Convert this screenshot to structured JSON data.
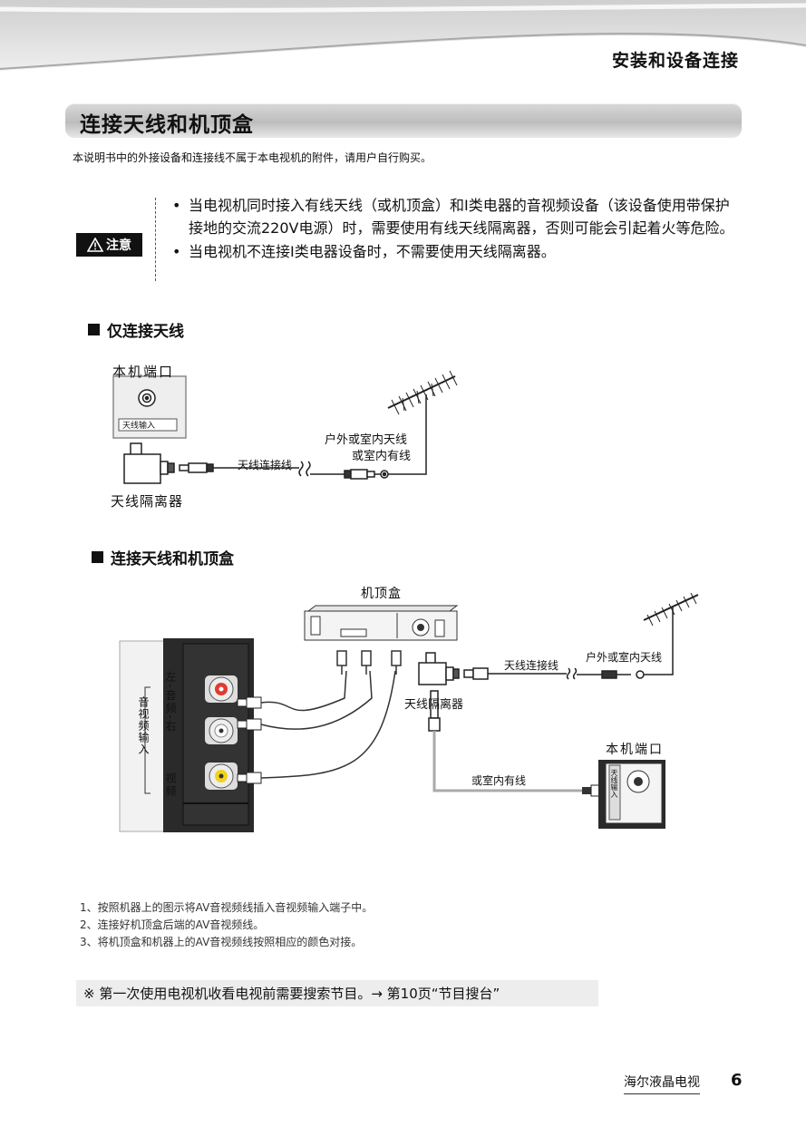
{
  "header": {
    "chapter_title": "安装和设备连接"
  },
  "section": {
    "title": "连接天线和机顶盒"
  },
  "intro": "本说明书中的外接设备和连接线不属于本电视机的附件，请用户自行购买。",
  "notice": {
    "badge": "注意",
    "items": [
      "当电视机同时接入有线天线（或机顶盒）和I类电器的音视频设备（该设备使用带保护接地的交流220V电源）时，需要使用有线天线隔离器，否则可能会引起着火等危险。",
      "当电视机不连接I类电器设备时，不需要使用天线隔离器。"
    ]
  },
  "diagram1": {
    "title": "仅连接天线",
    "port_label": "本机端口",
    "port_name": "天线输入",
    "isolator_label": "天线隔离器",
    "cable_label": "天线连接线",
    "antenna_label_1": "户外或室内天线",
    "antenna_label_2": "或室内有线"
  },
  "diagram2": {
    "title": "连接天线和机顶盒",
    "stb_label": "机顶盒",
    "cable_label": "天线连接线",
    "antenna_label": "户外或室内天线",
    "isolator_label": "天线隔离器",
    "port_label": "本机端口",
    "cable_tv_label": "或室内有线",
    "panel_group": "音视频输入",
    "panel_audio": "左-音频-右",
    "panel_video": "视频",
    "port_name": "天线输入"
  },
  "steps": [
    "1、按照机器上的图示将AV音视频线插入音视频输入端子中。",
    "2、连接好机顶盒后端的AV音视频线。",
    "3、将机顶盒和机器上的AV音视频线按照相应的颜色对接。"
  ],
  "tip": "※ 第一次使用电视机收看电视前需要搜索节目。→ 第10页“节目搜台”",
  "footer": {
    "brand": "海尔液晶电视",
    "page_number": "6"
  },
  "colors": {
    "audio_right": "#e23b2e",
    "audio_left": "#ffffff",
    "video": "#f2d21b",
    "badge": "#111111",
    "section_bar": "#c8c8c8"
  }
}
